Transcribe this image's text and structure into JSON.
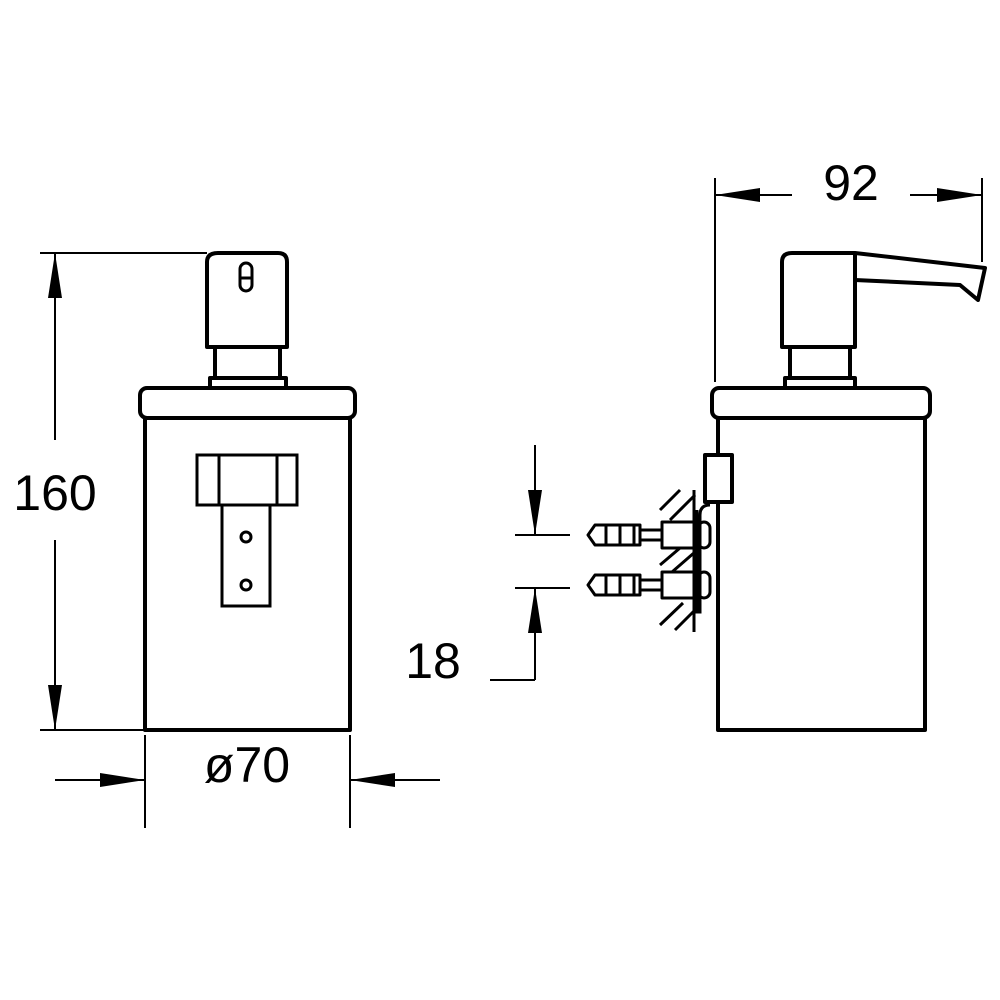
{
  "drawing": {
    "front_view": {
      "height_label": "160",
      "diameter_label": "ø70"
    },
    "side_view": {
      "depth_label": "92",
      "screw_spacing_label": "18"
    }
  },
  "colors": {
    "line": "#000000",
    "background": "#ffffff"
  }
}
